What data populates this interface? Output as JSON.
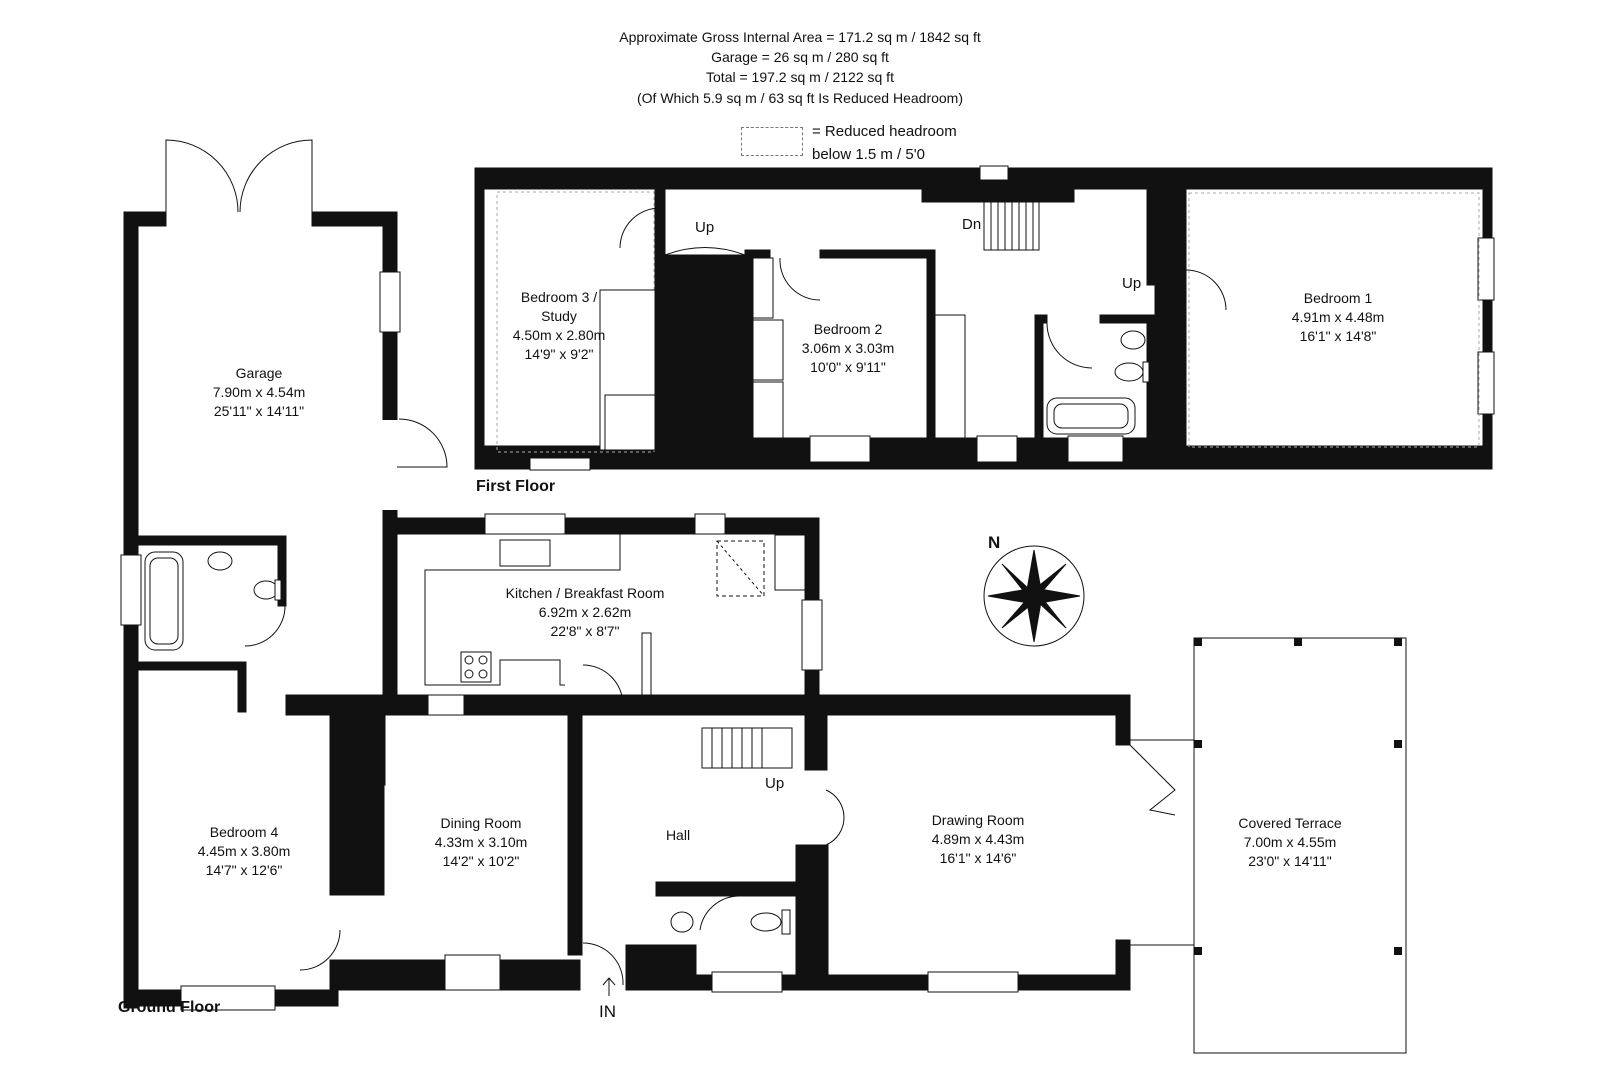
{
  "header": {
    "area_line": "Approximate Gross Internal Area = 171.2 sq m / 1842 sq ft",
    "garage_line": "Garage = 26 sq m / 280 sq ft",
    "total_line": "Total = 197.2 sq m / 2122 sq ft",
    "reduced_line": "(Of Which 5.9 sq m / 63 sq ft Is Reduced Headroom)"
  },
  "legend": {
    "line1": "= Reduced headroom",
    "line2": "below 1.5 m / 5'0"
  },
  "floors": {
    "first": "First Floor",
    "ground": "Ground Floor"
  },
  "rooms": {
    "bedroom3": {
      "name": "Bedroom 3 /",
      "name2": "Study",
      "metric": "4.50m x 2.80m",
      "imperial": "14'9\" x 9'2\""
    },
    "bedroom2": {
      "name": "Bedroom 2",
      "metric": "3.06m x 3.03m",
      "imperial": "10'0\" x 9'11\""
    },
    "bedroom1": {
      "name": "Bedroom 1",
      "metric": "4.91m x 4.48m",
      "imperial": "16'1\" x 14'8\""
    },
    "garage": {
      "name": "Garage",
      "metric": "7.90m x 4.54m",
      "imperial": "25'11\" x 14'11\""
    },
    "kitchen": {
      "name": "Kitchen / Breakfast Room",
      "metric": "6.92m x 2.62m",
      "imperial": "22'8\" x 8'7\""
    },
    "bedroom4": {
      "name": "Bedroom 4",
      "metric": "4.45m x 3.80m",
      "imperial": "14'7\" x 12'6\""
    },
    "dining": {
      "name": "Dining Room",
      "metric": "4.33m x 3.10m",
      "imperial": "14'2\" x 10'2\""
    },
    "hall": {
      "name": "Hall"
    },
    "drawing": {
      "name": "Drawing Room",
      "metric": "4.89m x 4.43m",
      "imperial": "16'1\" x 14'6\""
    },
    "terrace": {
      "name": "Covered Terrace",
      "metric": "7.00m x 4.55m",
      "imperial": "23'0\" x 14'11\""
    }
  },
  "markers": {
    "up1": "Up",
    "dn": "Dn",
    "up2": "Up",
    "up3": "Up",
    "in": "IN",
    "north": "N"
  }
}
